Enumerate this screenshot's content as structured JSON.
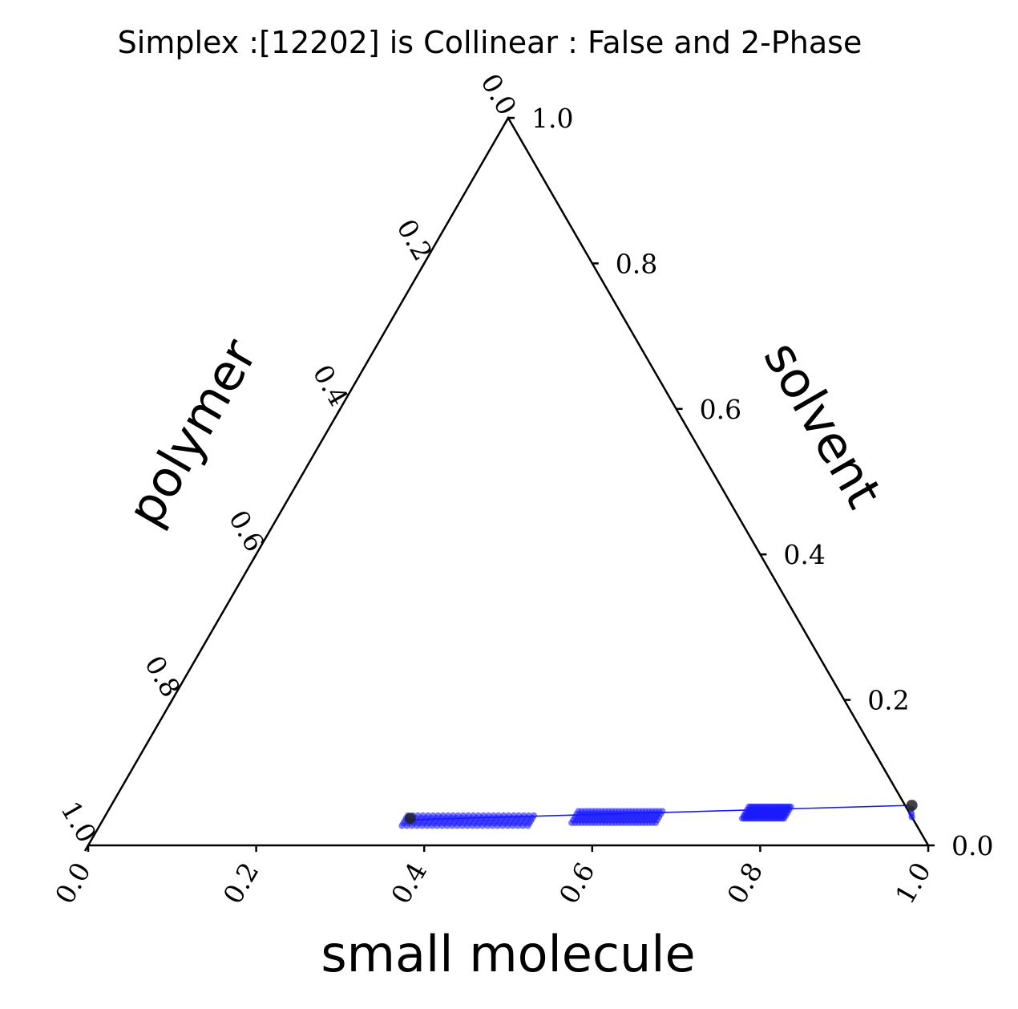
{
  "chart_data": {
    "type": "scatter",
    "subtype": "ternary",
    "title": "Simplex :[12202] is Collinear : False and 2-Phase",
    "axes": {
      "bottom": {
        "label": "small molecule",
        "ticks": [
          "0.0",
          "0.2",
          "0.4",
          "0.6",
          "0.8",
          "1.0"
        ],
        "tick_values": [
          0.0,
          0.2,
          0.4,
          0.6,
          0.8,
          1.0
        ]
      },
      "right": {
        "label": "solvent",
        "ticks": [
          "0.0",
          "0.2",
          "0.4",
          "0.6",
          "0.8",
          "1.0"
        ],
        "tick_values": [
          0.0,
          0.2,
          0.4,
          0.6,
          0.8,
          1.0
        ]
      },
      "left": {
        "label": "polymer",
        "ticks": [
          "0.0",
          "0.2",
          "0.4",
          "0.6",
          "0.8",
          "1.0"
        ],
        "tick_values": [
          0.0,
          0.2,
          0.4,
          0.6,
          0.8,
          1.0
        ]
      }
    },
    "tie_line": {
      "color": "#0000ff",
      "from": {
        "small_molecule": 0.36,
        "solvent": 0.035
      },
      "to": {
        "small_molecule": 0.95,
        "solvent": 0.055
      }
    },
    "vertices": {
      "color": "#222222",
      "points": [
        {
          "small_molecule": 0.365,
          "solvent": 0.037
        },
        {
          "small_molecule": 0.953,
          "solvent": 0.055
        }
      ]
    },
    "point_clusters": {
      "color": "#1a1aff",
      "clusters": [
        {
          "sm_min": 0.36,
          "sm_max": 0.51,
          "solvent_min": 0.027,
          "solvent_max": 0.041
        },
        {
          "sm_min": 0.56,
          "sm_max": 0.66,
          "solvent_min": 0.031,
          "solvent_max": 0.047
        },
        {
          "sm_min": 0.76,
          "sm_max": 0.81,
          "solvent_min": 0.037,
          "solvent_max": 0.053
        }
      ],
      "tail": [
        {
          "small_molecule": 0.955,
          "solvent": 0.05
        },
        {
          "small_molecule": 0.958,
          "solvent": 0.044
        },
        {
          "small_molecule": 0.961,
          "solvent": 0.039
        }
      ]
    }
  }
}
